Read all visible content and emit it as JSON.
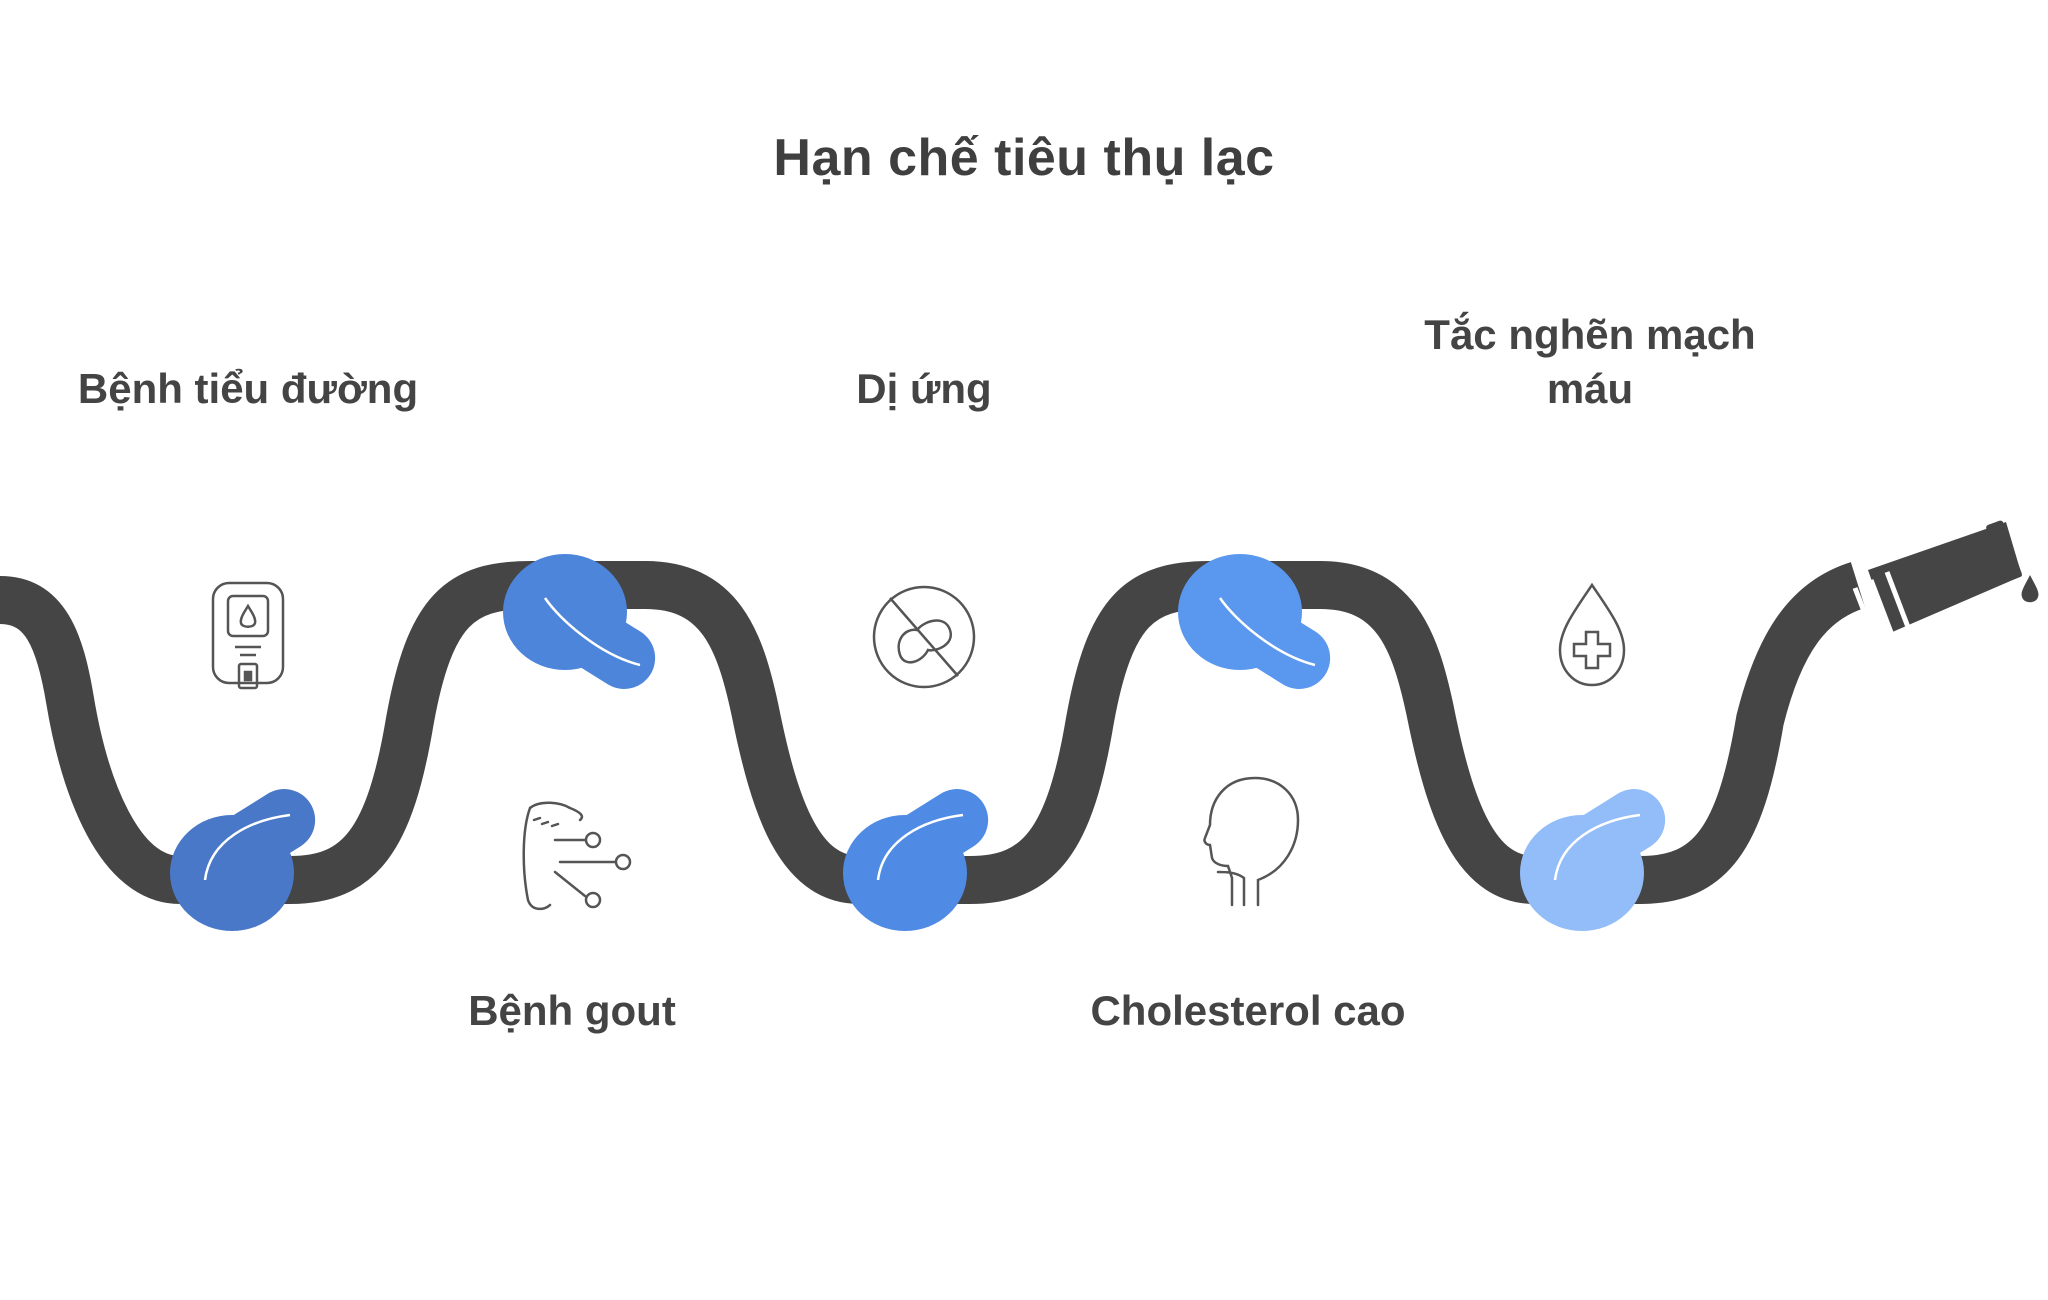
{
  "title": "Hạn chế tiêu thụ lạc",
  "items": [
    {
      "label_lines": [
        "Bệnh tiểu đường"
      ],
      "icon": "glucose-meter-icon",
      "knot_color": "#4a78c8",
      "position": "top"
    },
    {
      "label_lines": [
        "Bệnh gout"
      ],
      "icon": "foot-joint-icon",
      "knot_color": "#4d85da",
      "position": "bottom"
    },
    {
      "label_lines": [
        "Dị ứng"
      ],
      "icon": "no-peanut-icon",
      "knot_color": "#4f8ae4",
      "position": "top"
    },
    {
      "label_lines": [
        "Cholesterol cao"
      ],
      "icon": "head-throat-icon",
      "knot_color": "#5a97ee",
      "position": "bottom"
    },
    {
      "label_lines": [
        "Tắc nghẽn mạch",
        "máu"
      ],
      "icon": "blood-drop-cross-icon",
      "knot_color": "#93bdf8",
      "position": "top"
    }
  ],
  "colors": {
    "hose": "#454545",
    "text": "#444444",
    "icon_stroke": "#555555"
  }
}
